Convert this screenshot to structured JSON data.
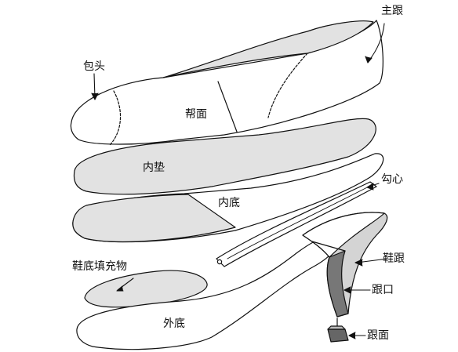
{
  "labels": {
    "toe_cap": "包头",
    "upper": "帮面",
    "counter": "主跟",
    "sock_lining": "内垫",
    "insole": "内底",
    "shank": "勾心",
    "filler": "鞋底填充物",
    "heel": "鞋跟",
    "heel_breast": "跟口",
    "outsole": "外底",
    "top_lift": "跟面"
  },
  "colors": {
    "stroke": "#111111",
    "fill_white": "#ffffff",
    "fill_light": "#e2e2e2",
    "fill_heel": "#d4d4d4",
    "fill_dark": "#777777"
  }
}
